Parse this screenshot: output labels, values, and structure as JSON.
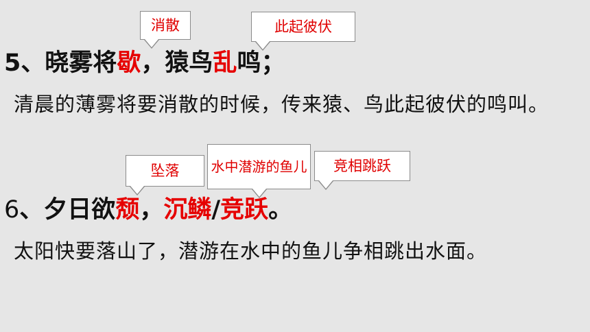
{
  "callouts": {
    "xiaosan": "消散",
    "ciqibifu": "此起彼伏",
    "zhuiluo": "坠落",
    "yuer": "水中潜游的鱼儿",
    "jingxiang": "竞相跳跃"
  },
  "line5": {
    "num": "5",
    "sep": "、",
    "p1": "晓雾将",
    "k1": "歇",
    "p2": "，猿鸟",
    "k2": "乱",
    "p3": "鸣；"
  },
  "para5": "清晨的薄雾将要消散的时候，传来猿、鸟此起彼伏的鸣叫。",
  "line6": {
    "num": "6",
    "sep": "、",
    "p1": "夕日欲",
    "k1": "颓",
    "p2": "，",
    "k2": "沉鳞",
    "slash": "/",
    "k3": "竞跃",
    "p3": "。"
  },
  "para6": "太阳快要落山了，潜游在水中的鱼儿争相跳出水面。",
  "colors": {
    "accent": "#e60000",
    "background": "#e6e6e6",
    "text": "#111111"
  }
}
